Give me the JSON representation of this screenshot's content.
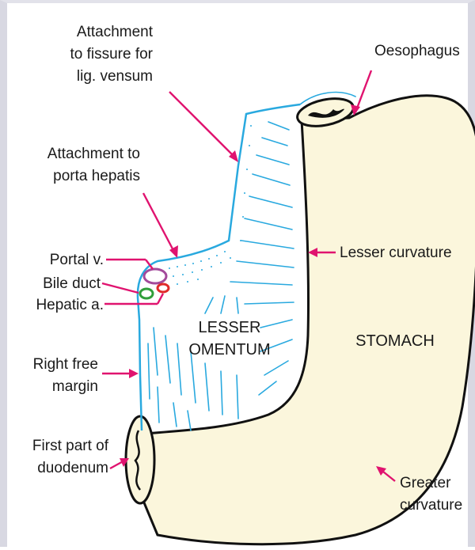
{
  "colors": {
    "stomach_fill": "#fbf6dc",
    "omentum_line": "#29a9df",
    "pointer": "#e0136f",
    "portal_vein": "#a34a9b",
    "bile_duct": "#2f9e3a",
    "hepatic_artery": "#e02a2a",
    "outline": "#111111"
  },
  "labels": {
    "attachment_fissure": [
      "Attachment",
      "to fissure for",
      "lig. vensum"
    ],
    "oesophagus": "Oesophagus",
    "attachment_porta": [
      "Attachment to",
      "porta hepatis"
    ],
    "portal_vein": "Portal v.",
    "bile_duct": "Bile duct",
    "hepatic_artery": "Hepatic a.",
    "lesser_curvature": "Lesser curvature",
    "lesser_omentum": [
      "LESSER",
      "OMENTUM"
    ],
    "stomach": "STOMACH",
    "right_free_margin": [
      "Right free",
      "margin"
    ],
    "first_part_duodenum": [
      "First part of",
      "duodenum"
    ],
    "greater_curvature": [
      "Greater",
      "curvature"
    ]
  }
}
